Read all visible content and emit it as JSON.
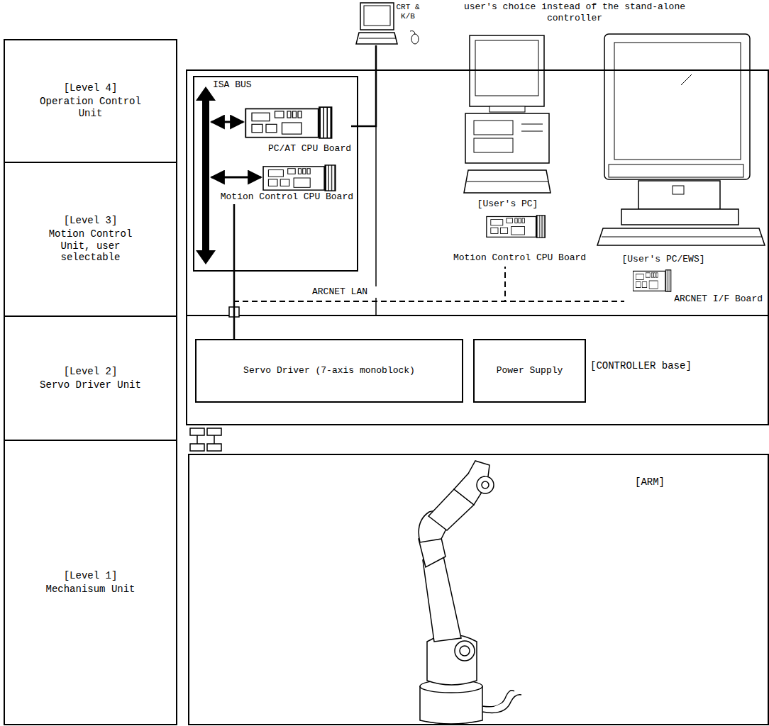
{
  "diagram": {
    "nodes": [
      {
        "text": [
          "[Level 4]",
          "Operation Control Unit"
        ]
      },
      {
        "text": [
          "[Level 3]",
          "Motion Control Unit, user selectable"
        ]
      },
      {
        "text": [
          "[Level 2]",
          "Servo Driver Unit"
        ]
      },
      {
        "text": [
          "[Level 1]",
          "Mechanisum Unit"
        ]
      },
      {
        "text": [
          "[CONTROLLER base]"
        ]
      },
      {
        "text": [
          "ISA BUS"
        ],
        "in": 4
      },
      {
        "text": [
          "PC/AT CPU Board"
        ],
        "in": 5
      },
      {
        "text": [
          "Motion Control CPU Board"
        ],
        "in": 5
      },
      {
        "text": [
          "Servo Driver (7-axis monoblock)"
        ],
        "in": 4
      },
      {
        "text": [
          "Power Supply"
        ],
        "in": 4
      },
      {
        "text": [
          "CRT & K/B"
        ]
      },
      {
        "text": [
          "[User's PC]"
        ]
      },
      {
        "text": [
          "Motion Control CPU Board"
        ]
      },
      {
        "text": [
          "[User's PC/EWS]"
        ]
      },
      {
        "text": [
          "ARCNET I/F Board"
        ]
      },
      {
        "text": [
          "[ARM]"
        ]
      }
    ],
    "edges": [
      {
        "from": 10,
        "to": 6,
        "arrow": "none"
      },
      {
        "from": 7,
        "to": 8,
        "arrow": "none"
      },
      {
        "from": 8,
        "to": 12,
        "arrow": "none"
      },
      {
        "from": 8,
        "to": 14,
        "arrow": "none"
      }
    ],
    "labels": [
      "user's choice instead of the stand-alone controller",
      "ARCNET LAN"
    ]
  }
}
